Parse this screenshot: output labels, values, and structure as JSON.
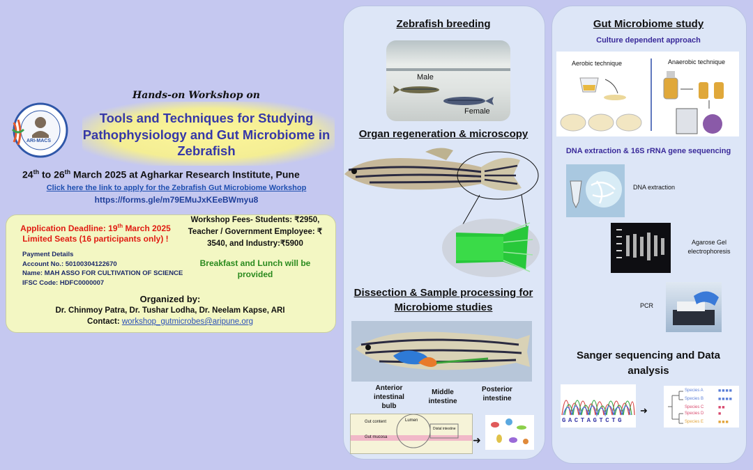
{
  "left": {
    "kicker": "Hands-on Workshop on",
    "title_lines": [
      "Tools and Techniques for Studying",
      "Pathophysiology and Gut Microbiome in",
      "Zebrafish"
    ],
    "logo_text": "ARI-MACS",
    "dates": {
      "day1": "24",
      "sup1": "th",
      "to": "to 26",
      "sup2": "th",
      "rest": "March 2025 at Agharkar Research Institute, Pune"
    },
    "apply_link": "Click here the link to apply for the Zebrafish Gut Microbiome Workshop",
    "form_url": "https://forms.gle/m79EMuJxKEeBWmyu8",
    "box": {
      "deadline_prefix": "Application Deadline: 19",
      "deadline_sup": "th",
      "deadline_suffix": "March 2025",
      "limited": "Limited Seats (16 participants only) !",
      "payment_title": "Payment Details",
      "account": "Account No.: 50100304122670",
      "name": "Name: MAH ASSO FOR CULTIVATION OF SCIENCE",
      "ifsc": "IFSC Code: HDFC0000007",
      "fees": "Workshop Fees- Students: ₹2950, Teacher / Government Employee: ₹ 3540, and Industry:₹5900",
      "meals": "Breakfast and Lunch will be provided",
      "organized_by": "Organized by:",
      "organizers": "Dr. Chinmoy Patra, Dr. Tushar Lodha, Dr. Neelam Kapse, ARI",
      "contact_label": "Contact:",
      "contact_email": "workshop_gutmicrobes@aripune.org"
    }
  },
  "middle": {
    "breeding_title": "Zebrafish breeding",
    "male": "Male",
    "female": "Female",
    "regen_title": "Organ regeneration & microscopy",
    "dissection_title_1": "Dissection & Sample processing for",
    "dissection_title_2": "Microbiome studies",
    "label_anterior": [
      "Anterior",
      "intestinal",
      "bulb"
    ],
    "label_middle": [
      "Middle",
      "intestine"
    ],
    "label_posterior": [
      "Posterior",
      "intestine"
    ],
    "gut_content": "Gut content",
    "gut_mucosa": "Gut mucosa",
    "lumen": "Lumen",
    "distal": "Distal intestine"
  },
  "right": {
    "title": "Gut Microbiome study",
    "subtitle": "Culture dependent approach",
    "aerobic": "Aerobic technique",
    "anaerobic": "Anaerobic technique",
    "dna_title": "DNA extraction & 16S rRNA gene sequencing",
    "dna_extraction": "DNA extraction",
    "agarose": "Agarose Gel electrophoresis",
    "pcr": "PCR",
    "sanger_1": "Sanger sequencing and Data",
    "sanger_2": "analysis",
    "sequence": "GACTAGTCTG",
    "species": [
      "Species A",
      "Species B",
      "Species C",
      "Species D",
      "Species E"
    ],
    "colors": {
      "a": "#5b7fd8",
      "b": "#5b7fd8",
      "c": "#d84a6e",
      "d": "#d84a6e",
      "e": "#e2a43a"
    }
  }
}
